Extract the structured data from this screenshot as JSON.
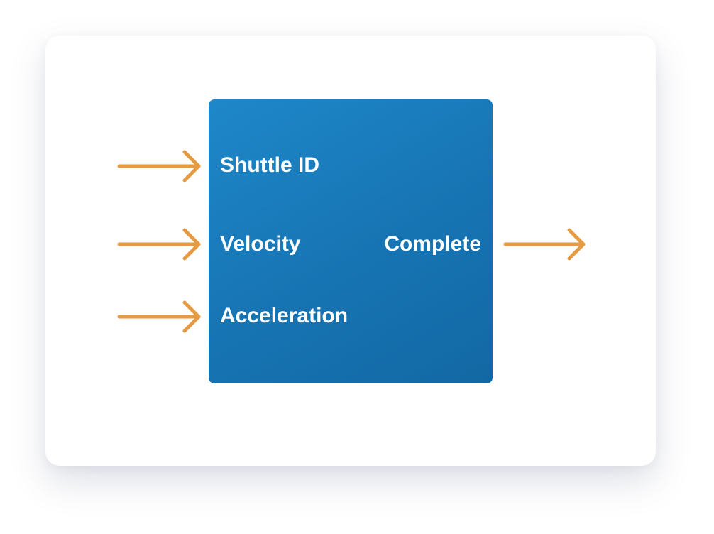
{
  "diagram": {
    "block": {
      "inputs": [
        {
          "label": "Shuttle ID"
        },
        {
          "label": "Velocity"
        },
        {
          "label": "Acceleration"
        }
      ],
      "outputs": [
        {
          "label": "Complete"
        }
      ]
    },
    "colors": {
      "block": "#1a7cbd",
      "arrow": "#e69a42",
      "label": "#ffffff",
      "card": "#ffffff"
    }
  }
}
